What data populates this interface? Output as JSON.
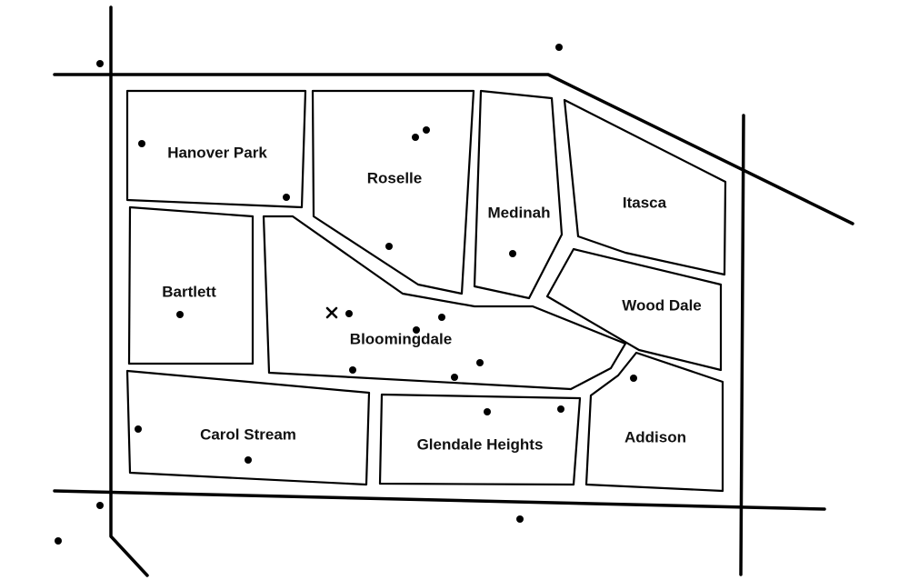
{
  "map": {
    "colors": {
      "background": "#ffffff",
      "ink": "#000000"
    },
    "regions": [
      {
        "id": "hanover-park",
        "label": "Hanover Park"
      },
      {
        "id": "roselle",
        "label": "Roselle"
      },
      {
        "id": "medinah",
        "label": "Medinah"
      },
      {
        "id": "itasca",
        "label": "Itasca"
      },
      {
        "id": "bartlett",
        "label": "Bartlett"
      },
      {
        "id": "bloomingdale",
        "label": "Bloomingdale"
      },
      {
        "id": "wood-dale",
        "label": "Wood Dale"
      },
      {
        "id": "carol-stream",
        "label": "Carol Stream"
      },
      {
        "id": "glendale-heights",
        "label": "Glendale Heights"
      },
      {
        "id": "addison",
        "label": "Addison"
      }
    ],
    "marker_icon": "x-mark-icon",
    "point_icon": "dot-icon"
  }
}
